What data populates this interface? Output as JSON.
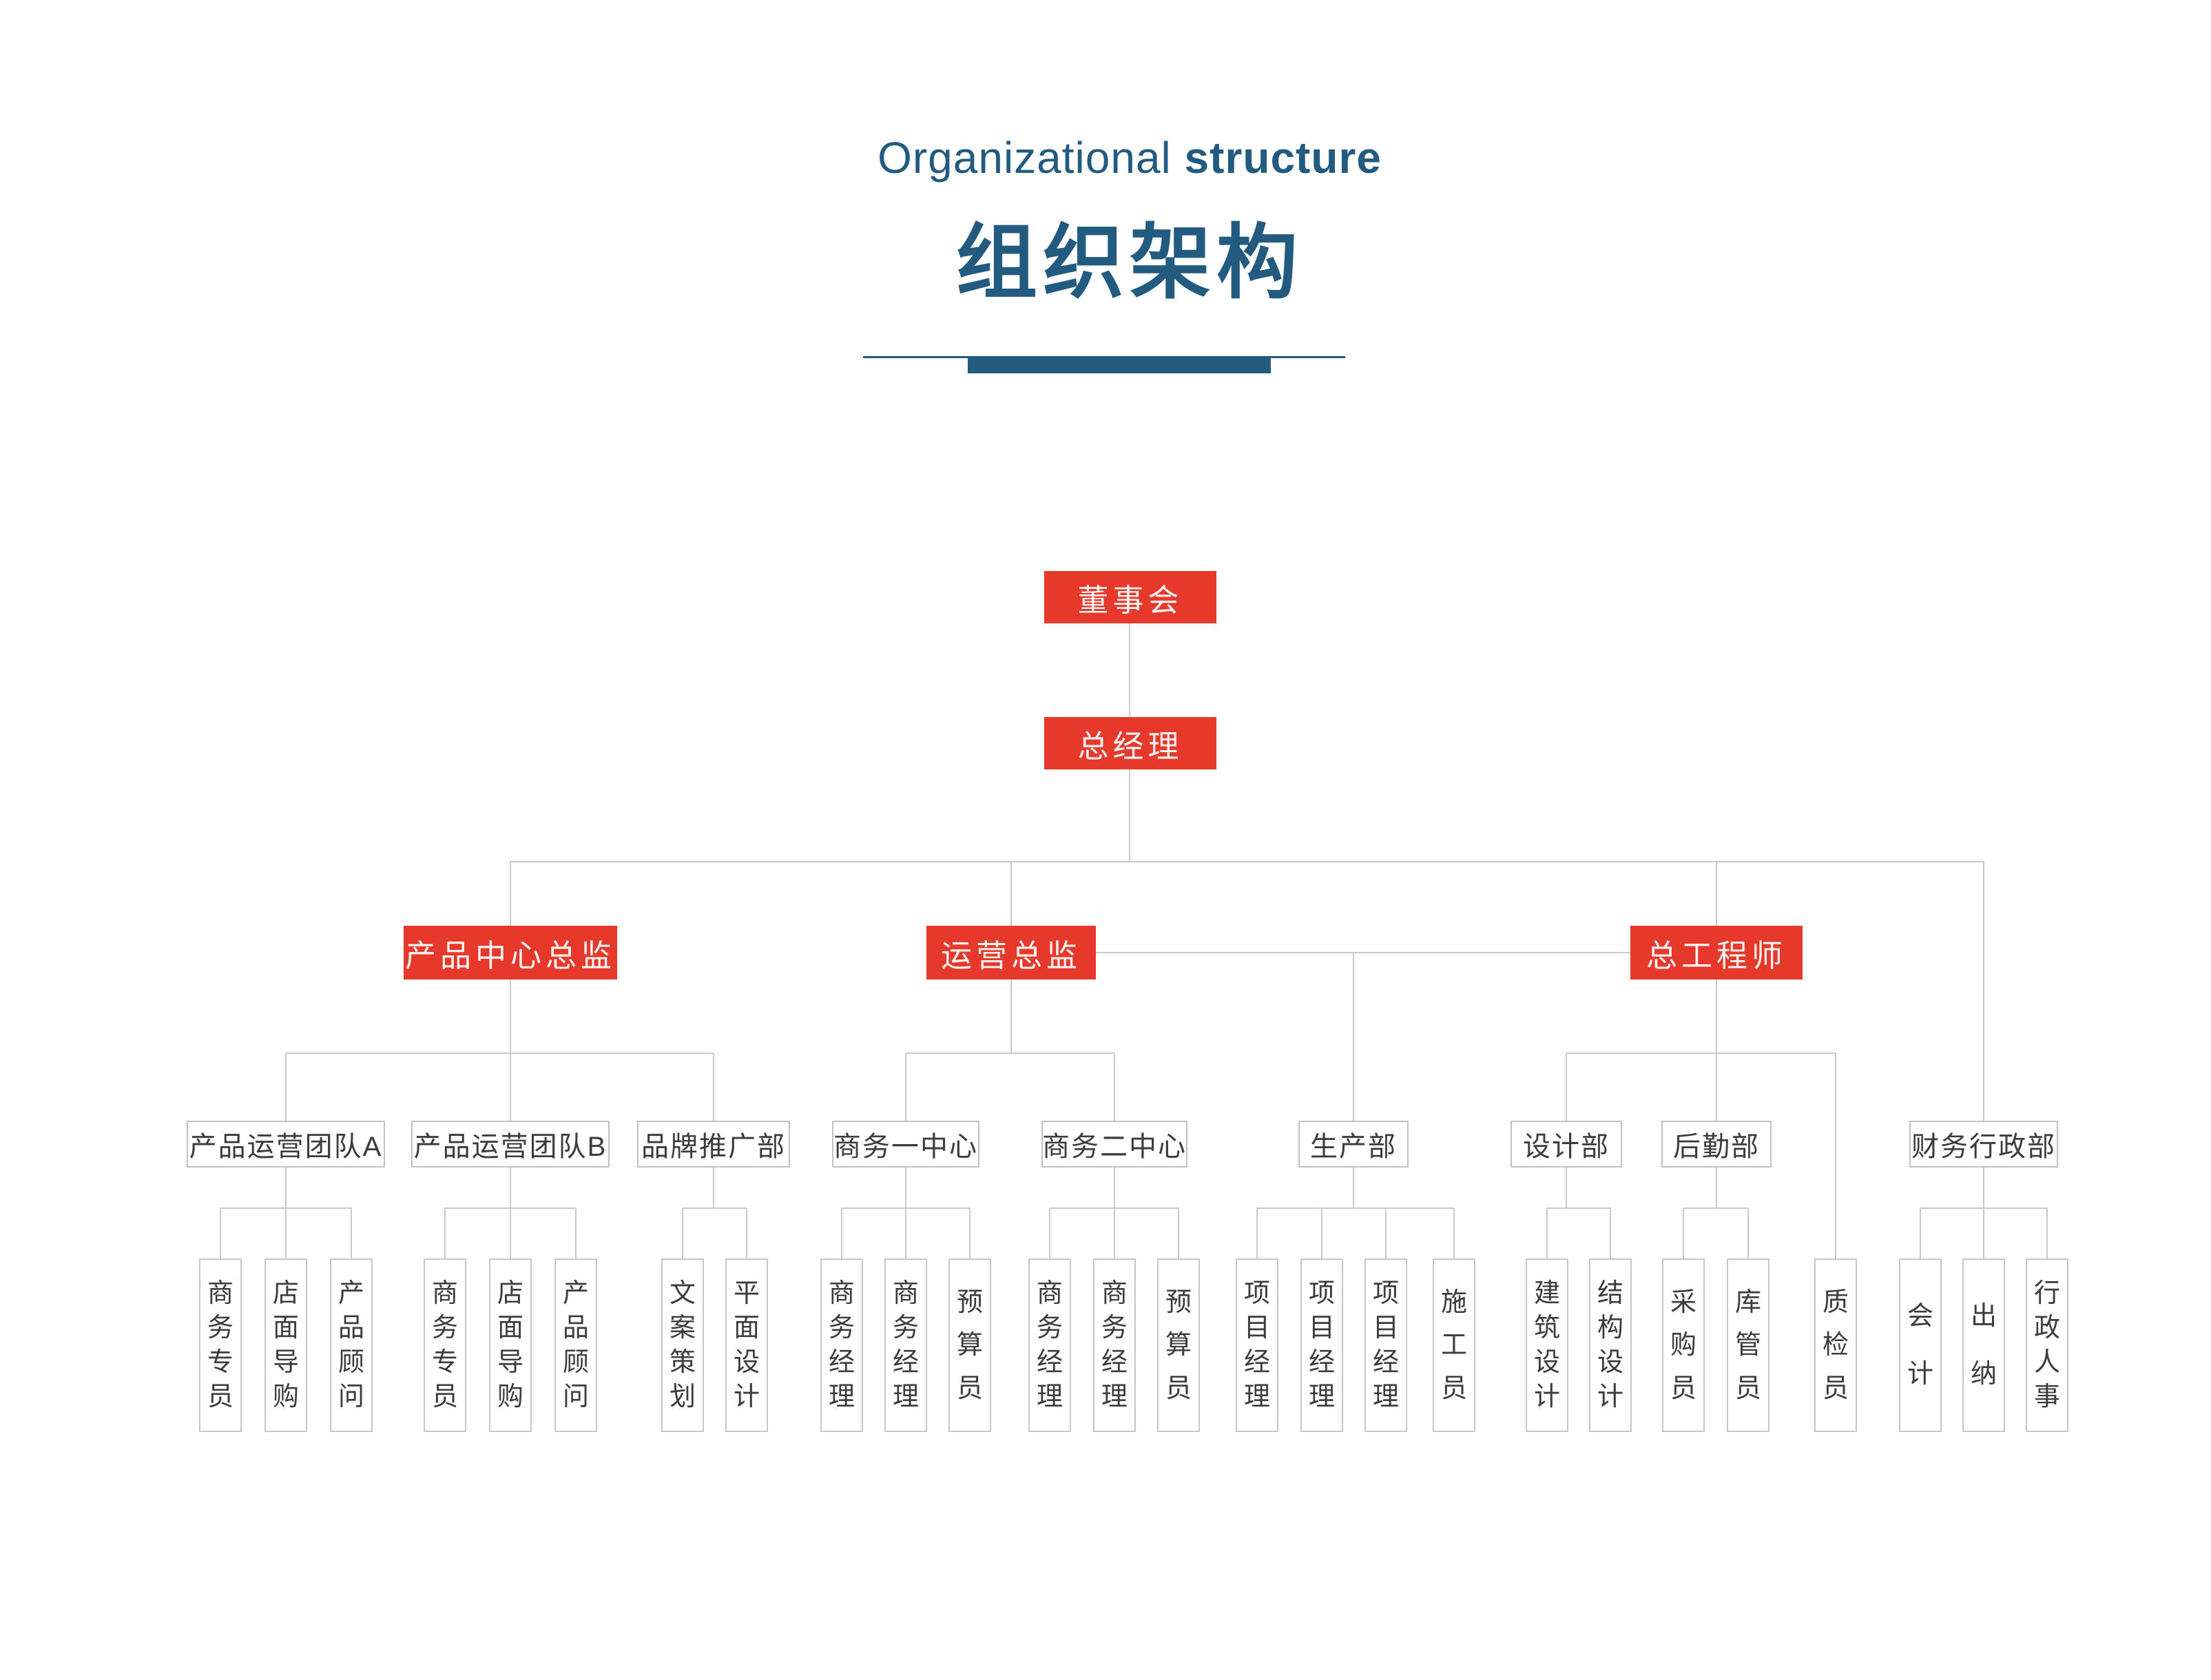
{
  "title": {
    "en_light": "Organizational",
    "en_bold": "structure",
    "cn": "组织架构"
  },
  "colors": {
    "accent_red": "#e7382c",
    "title_blue": "#235a80",
    "connector_gray": "#c9c9c9",
    "box_border_gray": "#c2c2c2",
    "text_dark": "#3c3c3c"
  },
  "org": {
    "board": {
      "label": "董事会"
    },
    "general_manager": {
      "label": "总经理"
    },
    "directors": [
      {
        "label": "产品中心总监"
      },
      {
        "label": "运营总监"
      },
      {
        "label": "总工程师"
      }
    ],
    "departments": [
      {
        "label": "产品运营团队A",
        "parent": "产品中心总监"
      },
      {
        "label": "产品运营团队B",
        "parent": "产品中心总监"
      },
      {
        "label": "品牌推广部",
        "parent": "产品中心总监"
      },
      {
        "label": "商务一中心",
        "parent": "运营总监"
      },
      {
        "label": "商务二中心",
        "parent": "运营总监"
      },
      {
        "label": "生产部",
        "parent": "运营总监"
      },
      {
        "label": "设计部",
        "parent": "总工程师"
      },
      {
        "label": "后勤部",
        "parent": "总工程师"
      },
      {
        "label": "财务行政部",
        "parent": "总工程师"
      }
    ],
    "staff": [
      {
        "label": "商务专员",
        "parent": "产品运营团队A"
      },
      {
        "label": "店面导购",
        "parent": "产品运营团队A"
      },
      {
        "label": "产品顾问",
        "parent": "产品运营团队A"
      },
      {
        "label": "商务专员",
        "parent": "产品运营团队B"
      },
      {
        "label": "店面导购",
        "parent": "产品运营团队B"
      },
      {
        "label": "产品顾问",
        "parent": "产品运营团队B"
      },
      {
        "label": "文案策划",
        "parent": "品牌推广部"
      },
      {
        "label": "平面设计",
        "parent": "品牌推广部"
      },
      {
        "label": "商务经理",
        "parent": "商务一中心"
      },
      {
        "label": "商务经理",
        "parent": "商务一中心"
      },
      {
        "label": "预算员",
        "parent": "商务一中心"
      },
      {
        "label": "商务经理",
        "parent": "商务二中心"
      },
      {
        "label": "商务经理",
        "parent": "商务二中心"
      },
      {
        "label": "预算员",
        "parent": "商务二中心"
      },
      {
        "label": "项目经理",
        "parent": "生产部"
      },
      {
        "label": "项目经理",
        "parent": "生产部"
      },
      {
        "label": "项目经理",
        "parent": "生产部"
      },
      {
        "label": "施工员",
        "parent": "生产部"
      },
      {
        "label": "建筑设计",
        "parent": "设计部"
      },
      {
        "label": "结构设计",
        "parent": "设计部"
      },
      {
        "label": "采购员",
        "parent": "后勤部"
      },
      {
        "label": "库管员",
        "parent": "后勤部"
      },
      {
        "label": "质检员",
        "parent": "总工程师"
      },
      {
        "label": "会计",
        "parent": "财务行政部"
      },
      {
        "label": "出纳",
        "parent": "财务行政部"
      },
      {
        "label": "行政人事",
        "parent": "财务行政部"
      }
    ]
  }
}
